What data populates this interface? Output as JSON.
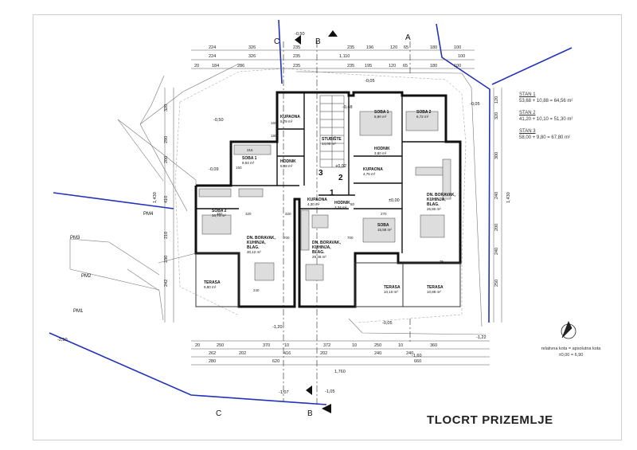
{
  "title": "TLOCRT PRIZEMLJE",
  "legend": [
    {
      "name": "STAN 1",
      "area": "53,68 + 10,88 = 64,56 m²"
    },
    {
      "name": "STAN 2",
      "area": "41,20 + 10,10 = 51,30 m²"
    },
    {
      "name": "STAN 3",
      "area": "58,00 + 9,80 = 67,80 m²"
    }
  ],
  "kota": {
    "line1": "relativna kota = apsolutna kota",
    "line2": "±0,00 = 6,90"
  },
  "sections": {
    "a": "A",
    "b": "B",
    "c": "C"
  },
  "unit_numbers": {
    "one": "1",
    "two": "2",
    "three": "3"
  },
  "levels": {
    "l1": "-0,50",
    "l2": "-0,50",
    "l3": "-0,05",
    "l4": "-0,05",
    "l5": "-0,48",
    "l6": "+0,02",
    "l7": "±0,00",
    "l8": "-1,20",
    "l9": "-0,05",
    "l10": "-1,22",
    "l11": "-2,50",
    "l12": "-1,07",
    "l13": "-1,60",
    "l14": "-1,05",
    "l15": "-0,09"
  },
  "plots": {
    "pm1": "PM1",
    "pm2": "PM2",
    "pm3": "PM3",
    "pm4": "PM4"
  },
  "rooms": [
    {
      "name": "KUPAONA",
      "area": "5,79 m²"
    },
    {
      "name": "SOBA 1",
      "area": "9,64 m²"
    },
    {
      "name": "HODNIK",
      "area": "5,88 m²"
    },
    {
      "name": "STUBIŠTE",
      "area": "14,00 m²"
    },
    {
      "name": "SOBA 1",
      "area": "8,90 m²"
    },
    {
      "name": "SOBA 2",
      "area": "6,72 m²"
    },
    {
      "name": "HODNIK",
      "area": "3,80 m²"
    },
    {
      "name": "KUPAONA",
      "area": "4,75 m²"
    },
    {
      "name": "KUPAONA",
      "area": "4,30 m²"
    },
    {
      "name": "HODNIK",
      "area": "3,34 m²"
    },
    {
      "name": "SOBA 2",
      "area": "10,74 m²"
    },
    {
      "name": "DN. BORAVAK, KUHINJA, BLAG.",
      "area": "30,12 m²"
    },
    {
      "name": "DN. BORAVAK, KUHINJA, BLAG.",
      "area": "29,48 m²"
    },
    {
      "name": "SOBA",
      "area": "15,58 m²"
    },
    {
      "name": "DN. BORAVAK, KUHINJA, BLAG.",
      "area": "26,80 m²"
    },
    {
      "name": "TERASA",
      "area": "9,80 m²"
    },
    {
      "name": "TERASA",
      "area": "10,10 m²"
    },
    {
      "name": "TERASA",
      "area": "10,88 m²"
    }
  ],
  "dims_top1": [
    "224",
    "326",
    "235",
    "235",
    "196",
    "120",
    "65",
    "180",
    "100"
  ],
  "dims_top2": [
    "224",
    "326",
    "235",
    "1,110",
    "100"
  ],
  "dims_top3": [
    "20",
    "184",
    "286",
    "235",
    "235",
    "195",
    "120",
    "65",
    "180",
    "100"
  ],
  "dims_bottom1": [
    "20",
    "250",
    "370",
    "10",
    "372",
    "10",
    "250",
    "10",
    "360"
  ],
  "dims_bottom2": [
    "262",
    "202",
    "416",
    "202",
    "240",
    "240"
  ],
  "dims_bottom3": [
    "280",
    "620",
    "660"
  ],
  "dims_bottom_total": "1,760",
  "dims_left": [
    "320",
    "290",
    "200",
    "410",
    "210",
    "230",
    "242"
  ],
  "dims_left_total": "1,430",
  "dims_right": [
    "120",
    "320",
    "300",
    "240",
    "200",
    "240",
    "250"
  ],
  "dims_right_total": "1,430",
  "room_dims": [
    "160",
    "180",
    "316",
    "150",
    "282",
    "320",
    "700",
    "320",
    "240",
    "270",
    "700",
    "80",
    "75"
  ]
}
